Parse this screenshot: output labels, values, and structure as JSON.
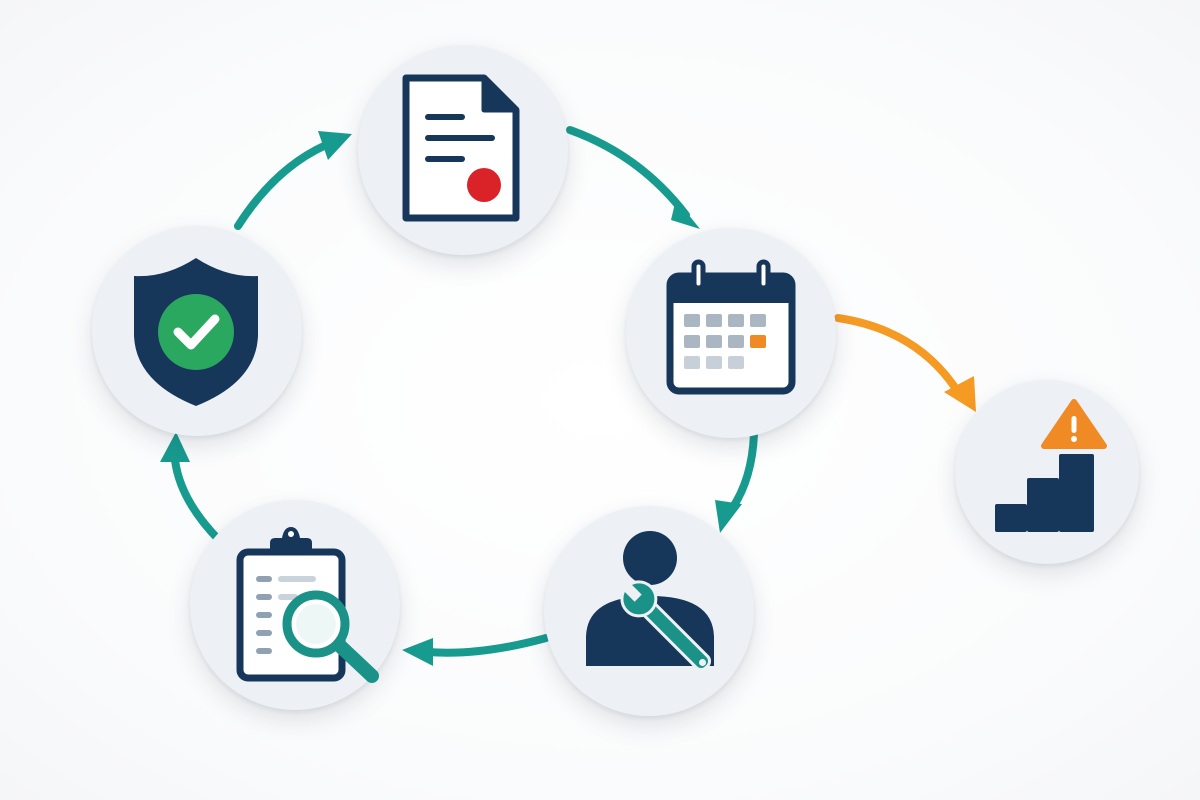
{
  "diagram": {
    "type": "cycle-with-branch",
    "colors": {
      "cycle_arrow": "#189b8f",
      "branch_arrow": "#f59a23",
      "node_background": "#edf1f5",
      "icon_dark": "#16365a",
      "accent_red": "#d92329",
      "accent_green": "#2aa85f",
      "accent_orange": "#f08a24",
      "accent_teal": "#1a9287"
    },
    "nodes": [
      {
        "id": "document",
        "icon": "document-with-seal-icon"
      },
      {
        "id": "calendar",
        "icon": "calendar-icon",
        "highlighted_day": {
          "row": 2,
          "col": 4
        }
      },
      {
        "id": "technician",
        "icon": "technician-with-wrench-icon"
      },
      {
        "id": "inspection",
        "icon": "clipboard-magnifier-icon"
      },
      {
        "id": "shield",
        "icon": "shield-check-icon"
      },
      {
        "id": "escalation",
        "icon": "escalation-steps-warning-icon"
      }
    ],
    "edges": [
      {
        "from": "document",
        "to": "calendar",
        "style": "cycle"
      },
      {
        "from": "calendar",
        "to": "technician",
        "style": "cycle"
      },
      {
        "from": "technician",
        "to": "inspection",
        "style": "cycle"
      },
      {
        "from": "inspection",
        "to": "shield",
        "style": "cycle"
      },
      {
        "from": "shield",
        "to": "document",
        "style": "cycle"
      },
      {
        "from": "calendar",
        "to": "escalation",
        "style": "branch"
      }
    ]
  }
}
